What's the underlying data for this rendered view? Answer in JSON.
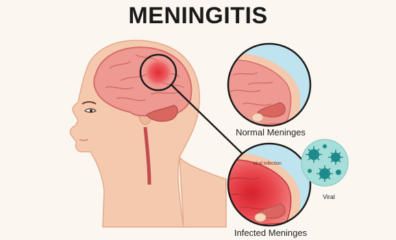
{
  "title": "MENINGITIS",
  "labels": {
    "normal": "Normal Meninges",
    "infected": "Infected Meninges",
    "viral_infection": "Viral infection",
    "viral": "Viral"
  },
  "colors": {
    "background": "#fbf6ef",
    "skin": "#f4c9ad",
    "brain": "#e98c86",
    "infection": "#e8343d",
    "meninges": "#bfe4ef",
    "virus_bg": "#a8ded9",
    "virus": "#1f8a8c"
  }
}
